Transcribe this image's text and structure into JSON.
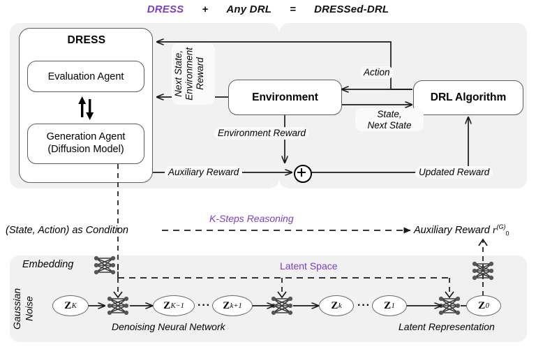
{
  "title": {
    "dress": "DRESS",
    "plus": "+",
    "any_drl": "Any DRL",
    "equals": "=",
    "dressed_drl": "DRESSed-DRL"
  },
  "colors": {
    "accent_purple": "#7b3fc4",
    "panel_gray": "#f1f1f2",
    "box_border": "#5d5d5d",
    "text": "#000000"
  },
  "dress_panel": {
    "title": "DRESS",
    "evaluation_agent": "Evaluation Agent",
    "generation_agent_line1": "Generation Agent",
    "generation_agent_line2": "(Diffusion Model)"
  },
  "drl_panel": {
    "environment": "Environment",
    "drl_algorithm": "DRL Algorithm"
  },
  "edge_labels": {
    "next_state_env_reward": "Next State,\nEnvironment\nReward",
    "next_state_env_reward_l1": "Next State,",
    "next_state_env_reward_l2": "Environment",
    "next_state_env_reward_l3": "Reward",
    "environment_reward": "Environment Reward",
    "auxiliary_reward": "Auxiliary Reward",
    "action": "Action",
    "state_next_state": "State,\nNext State",
    "state_next_state_l1": "State,",
    "state_next_state_l2": "Next State",
    "updated_reward": "Updated Reward",
    "plus_operator": "+"
  },
  "middle": {
    "condition": "(State, Action) as Condition",
    "k_steps_reasoning": "K-Steps Reasoning",
    "auxiliary_reward_out": "Auxiliary Reward",
    "auxiliary_reward_symbol": "r",
    "auxiliary_reward_sub": "0",
    "auxiliary_reward_sup": "(G)"
  },
  "diffusion": {
    "embedding": "Embedding",
    "latent_space": "Latent Space",
    "gaussian_noise_l1": "Gaussian",
    "gaussian_noise_l2": "Noise",
    "denoising_network": "Denoising Neural Network",
    "latent_representation": "Latent Representation",
    "ellipsis": "···",
    "nodes": [
      {
        "base": "Z",
        "sub": "K"
      },
      {
        "base": "Z",
        "sub": "K−1"
      },
      {
        "base": "Z",
        "sub": "k+1"
      },
      {
        "base": "Z",
        "sub": "k"
      },
      {
        "base": "Z",
        "sub": "1"
      },
      {
        "base": "Z",
        "sub": "0"
      }
    ]
  }
}
